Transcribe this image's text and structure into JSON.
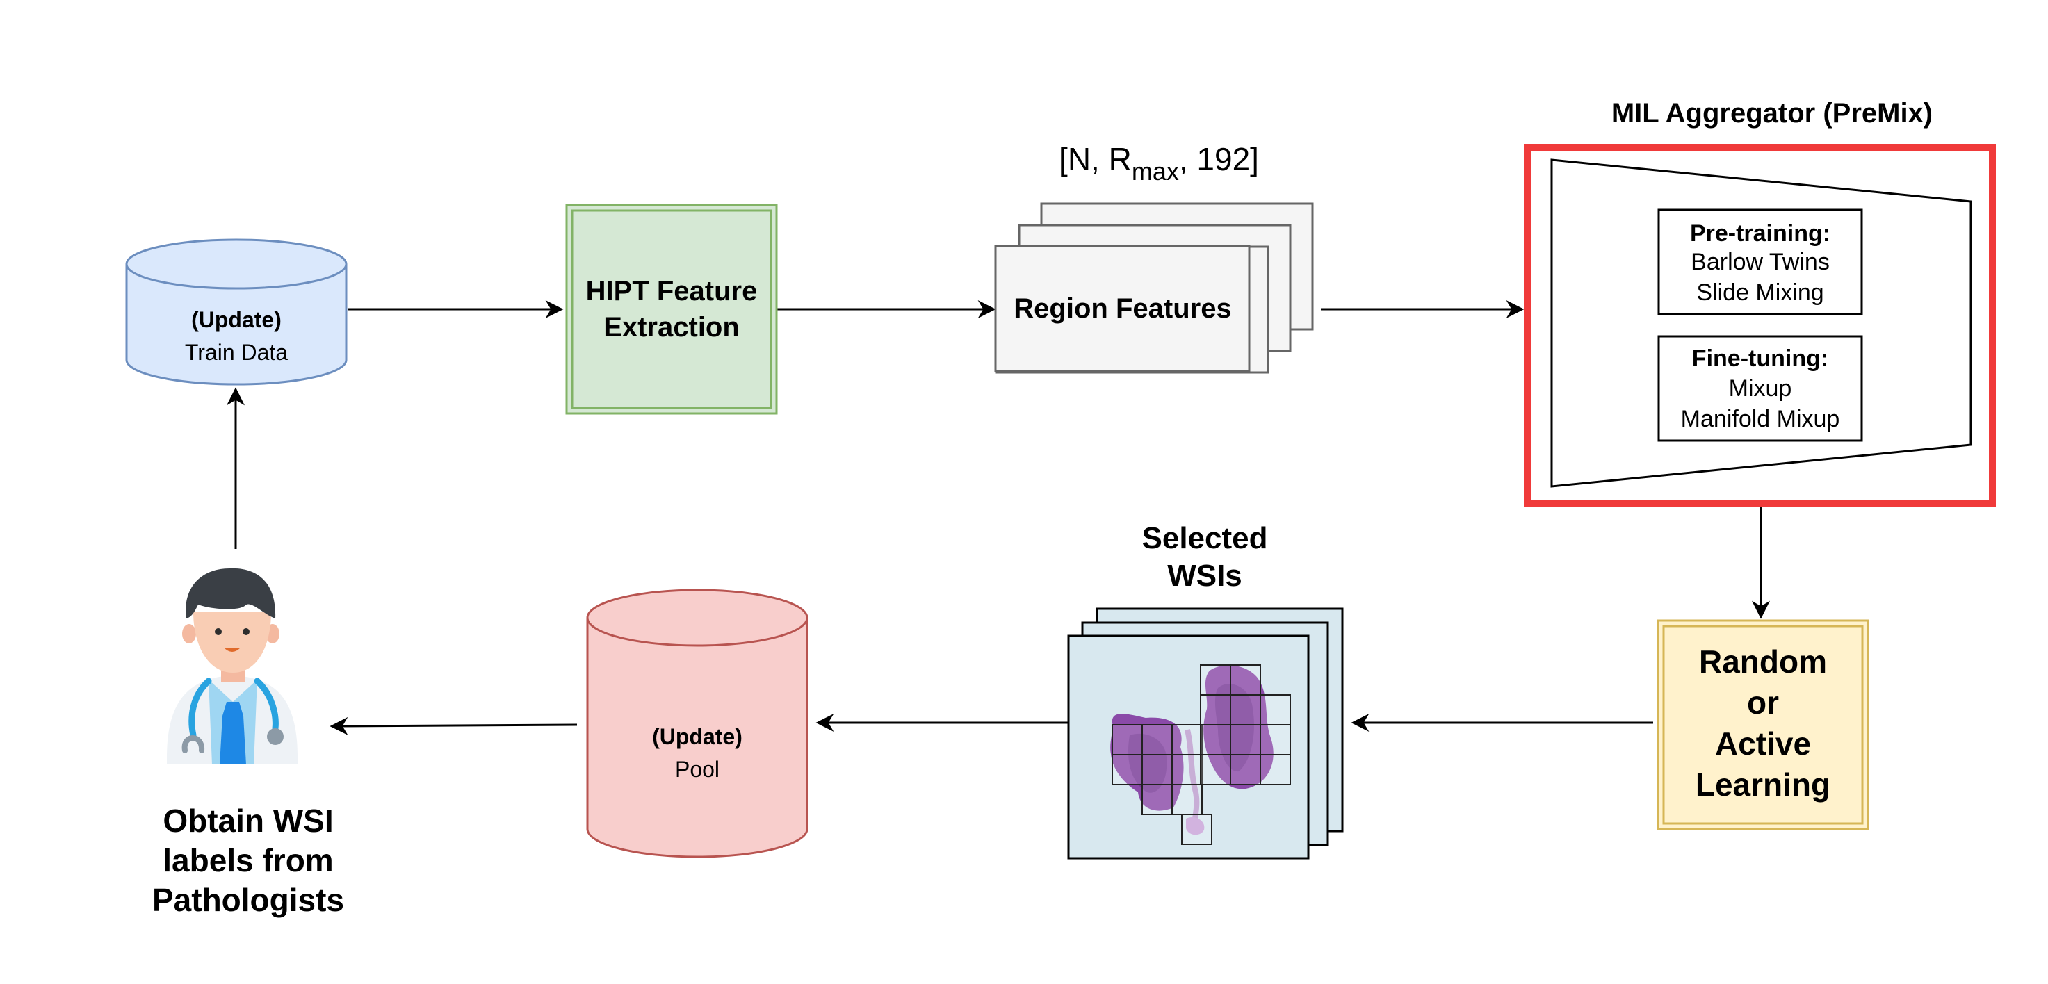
{
  "train_data": {
    "update": "(Update)",
    "label": "Train Data"
  },
  "feature_extraction": {
    "line1": "HIPT Feature",
    "line2": "Extraction"
  },
  "region_features": {
    "shape_prefix": "[N, R",
    "shape_sub": "max",
    "shape_suffix": ", 192]",
    "label": "Region Features"
  },
  "aggregator": {
    "title": "MIL Aggregator (PreMix)",
    "pretraining": {
      "heading": "Pre-training:",
      "items": [
        "Barlow Twins",
        "Slide Mixing"
      ]
    },
    "finetuning": {
      "heading": "Fine-tuning:",
      "items": [
        "Mixup",
        "Manifold Mixup"
      ]
    }
  },
  "sampler": {
    "lines": [
      "Random",
      "or",
      "Active",
      "Learning"
    ]
  },
  "selected_wsis": {
    "line1": "Selected",
    "line2": "WSIs"
  },
  "pool": {
    "update": "(Update)",
    "label": "Pool"
  },
  "pathologist": {
    "lines": [
      "Obtain WSI",
      "labels from",
      "Pathologists"
    ]
  },
  "colors": {
    "train_fill": "#dae8fc",
    "train_stroke": "#6c8ebf",
    "hipt_fill": "#d5e8d4",
    "hipt_stroke": "#82b366",
    "region_fill": "#f5f5f5",
    "region_stroke": "#666666",
    "aggregator_frame": "#f03a3a",
    "sampler_fill": "#fff2cc",
    "sampler_stroke": "#d6b656",
    "wsi_fill": "#d8e8ef",
    "tissue": "#8a4aa8",
    "pool_fill": "#f8cecc",
    "pool_stroke": "#b85450"
  }
}
